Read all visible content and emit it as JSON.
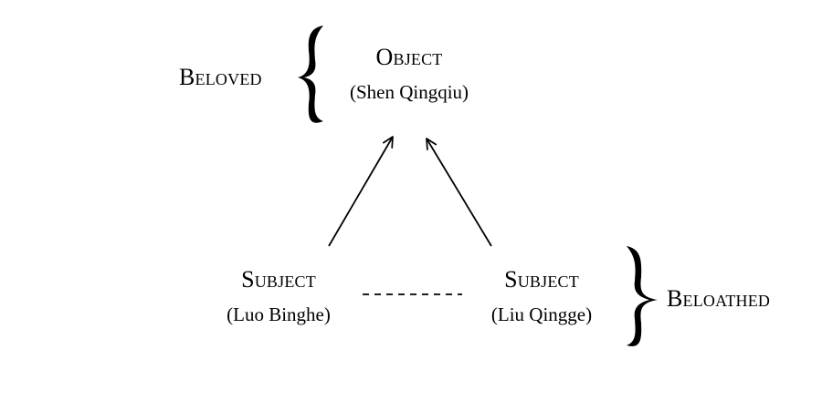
{
  "diagram": {
    "object": {
      "title": "Object",
      "name": "(Shen Qingqiu)",
      "role": "Beloved"
    },
    "subjects": [
      {
        "title": "Subject",
        "name": "(Luo Binghe)"
      },
      {
        "title": "Subject",
        "name": "(Liu Qingge)"
      }
    ],
    "subjects_role": "Beloathed",
    "edges": [
      {
        "from": "subject-luo-binghe",
        "to": "object",
        "style": "solid-arrow"
      },
      {
        "from": "subject-liu-qingge",
        "to": "object",
        "style": "solid-arrow"
      },
      {
        "from": "subject-luo-binghe",
        "to": "subject-liu-qingge",
        "style": "dashed"
      }
    ],
    "ink_color": "#000000"
  }
}
